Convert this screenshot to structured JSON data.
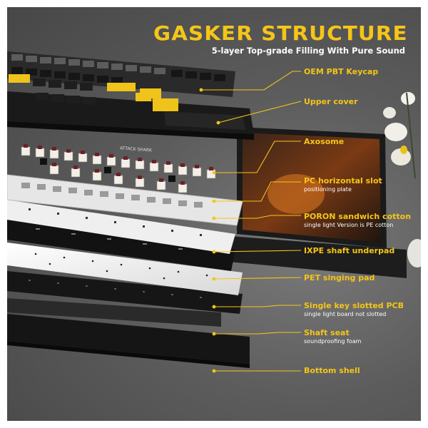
{
  "header": {
    "title": "GASKER STRUCTURE",
    "subtitle": "5-layer Top-grade Filling With Pure Sound"
  },
  "brand_mark": "ATTACK SHARK",
  "layers": [
    {
      "label": "OEM PBT Keycap",
      "sublabel": ""
    },
    {
      "label": "Upper cover",
      "sublabel": ""
    },
    {
      "label": "Axosome",
      "sublabel": ""
    },
    {
      "label": "PC horizontal slot",
      "sublabel": "positioning plate"
    },
    {
      "label": "PORON sandwich cotton",
      "sublabel": "single light Version is PE cotton"
    },
    {
      "label": "IXPE shaft underpad",
      "sublabel": ""
    },
    {
      "label": "PET singing pad",
      "sublabel": ""
    },
    {
      "label": "Single key slotted PCB",
      "sublabel": "single light board not slotted"
    },
    {
      "label": "Shaft seat",
      "sublabel": "soundproofing foam"
    },
    {
      "label": "Bottom shell",
      "sublabel": ""
    }
  ],
  "colors": {
    "accent": "#f5c518",
    "background": "#555555",
    "label_text": "#f5c518",
    "sublabel_text": "#ffffff"
  }
}
